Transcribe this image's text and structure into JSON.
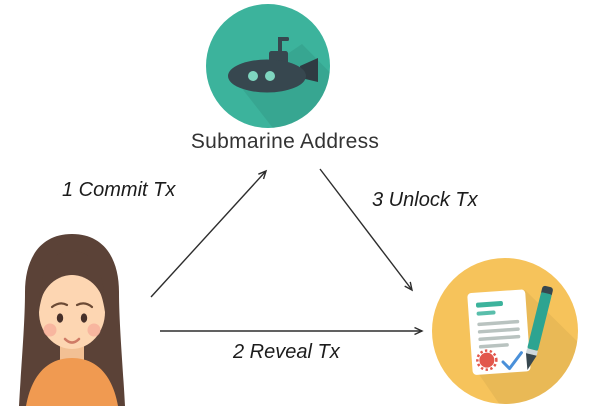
{
  "diagram": {
    "title": "Submarine Address",
    "edges": {
      "commit": "1 Commit Tx",
      "reveal": "2 Reveal Tx",
      "unlock": "3 Unlock Tx"
    },
    "colors": {
      "background": "#ffffff",
      "submarine_circle": "#3cb39c",
      "contract_circle": "#f6c35b",
      "arrow": "#2d2d2d",
      "submarine_body": "#37474f",
      "porthole": "#7fd6c0",
      "hair": "#5b4237",
      "skin": "#fdd6b2",
      "shirt": "#f09a51",
      "seal": "#e2574c",
      "pen": "#2da491",
      "doc_accent": "#3cb39c",
      "signature": "#4a90d9"
    },
    "icons": {
      "submarine": "submarine-icon",
      "contract": "signed-document-icon",
      "user": "woman-avatar"
    }
  }
}
